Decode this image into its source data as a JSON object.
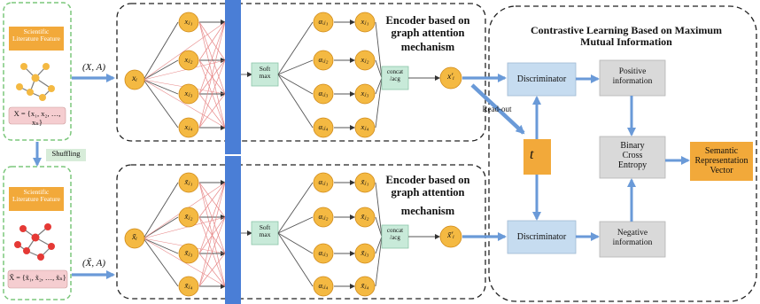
{
  "encoder_title_line1": "Encoder based on",
  "encoder_title_line2": "graph attention",
  "encoder_title_line3": "mechanism",
  "contrastive_title_line1": "Contrastive Learning Based on Maximum",
  "contrastive_title_line2": "Mutual Information",
  "feature_label_line1": "Scientific",
  "feature_label_line2": "Literature Feature",
  "orig_set_formula": "X = {x₁, x₂, …, xₙ}",
  "shuf_set_formula": "X̃ = {x̃₁, x̃₂, …, x̃ₙ}",
  "shuffling_label": "Shuffling",
  "top_input_label": "(X, A)",
  "bottom_input_label": "(X̃, A)",
  "softmax_line1": "Soft",
  "softmax_line2": "max",
  "concat_line1": "concat",
  "concat_line2": "/acg",
  "top_center_node": "xᵢ",
  "bottom_center_node": "x̃ᵢ",
  "top_neighbors": [
    "xⱼ₁",
    "xⱼ₂",
    "xⱼ₃",
    "xⱼ₄"
  ],
  "bottom_neighbors": [
    "x̃ⱼ₁",
    "x̃ⱼ₂",
    "x̃ⱼ₃",
    "x̃ⱼ₄"
  ],
  "top_alphas": [
    "αᵢⱼ₁",
    "αᵢⱼ₂",
    "αᵢⱼ₃",
    "αᵢⱼ₄"
  ],
  "bottom_alphas": [
    "αᵢⱼ₁",
    "αᵢⱼ₂",
    "αᵢⱼ₃",
    "αᵢⱼ₄"
  ],
  "top_weighted": [
    "xⱼ₁",
    "xⱼ₂",
    "xⱼ₃",
    "xⱼ₄"
  ],
  "bottom_weighted": [
    "x̃ⱼ₁",
    "x̃ⱼ₂",
    "x̃ⱼ₃",
    "x̃ⱼ₄"
  ],
  "top_output_node": "x′ᵢ",
  "bottom_output_node": "x̃′ᵢ",
  "readout_label": "Read-out",
  "summary_node": "t⃗",
  "discriminator_label": "Discriminator",
  "positive_line1": "Positive",
  "positive_line2": "information",
  "negative_line1": "Negative",
  "negative_line2": "information",
  "bce_line1": "Binary",
  "bce_line2": "Cross",
  "bce_line3": "Entropy",
  "semantic_line1": "Semantic",
  "semantic_line2": "Representation",
  "semantic_line3": "Vector",
  "colors": {
    "node_orange": "#f4b942",
    "node_stroke": "#d08a19",
    "attention_bar": "#4a7ed6",
    "arrow_blue": "#6a9ad8",
    "green_dash": "#7cc77c",
    "feature_tag": "#f2a93a",
    "formula_box": "#f5cdd0",
    "softmax_box": "#c8ead9",
    "disc_box": "#c6dcf0",
    "info_box": "#d9d9d9",
    "graph_red": "#e53935",
    "red_edge": "#e88a8a"
  }
}
